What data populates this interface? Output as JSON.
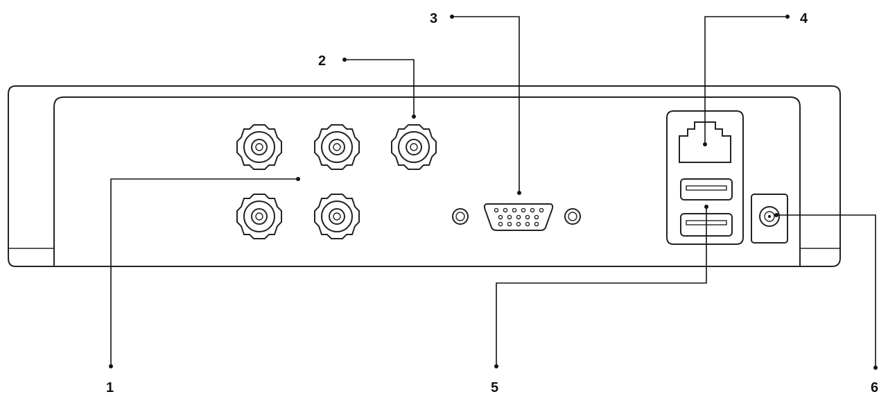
{
  "callouts": [
    {
      "number": "1"
    },
    {
      "number": "2"
    },
    {
      "number": "3"
    },
    {
      "number": "4"
    },
    {
      "number": "5"
    },
    {
      "number": "6"
    }
  ],
  "colors": {
    "stroke": "#222222",
    "background": "#ffffff"
  },
  "icons": {
    "bnc": "bnc-connector-icon",
    "vga": "vga-port-icon",
    "rj45": "ethernet-port-icon",
    "usb": "usb-port-icon",
    "power": "dc-power-jack-icon",
    "audio": "audio-jack-icon"
  }
}
